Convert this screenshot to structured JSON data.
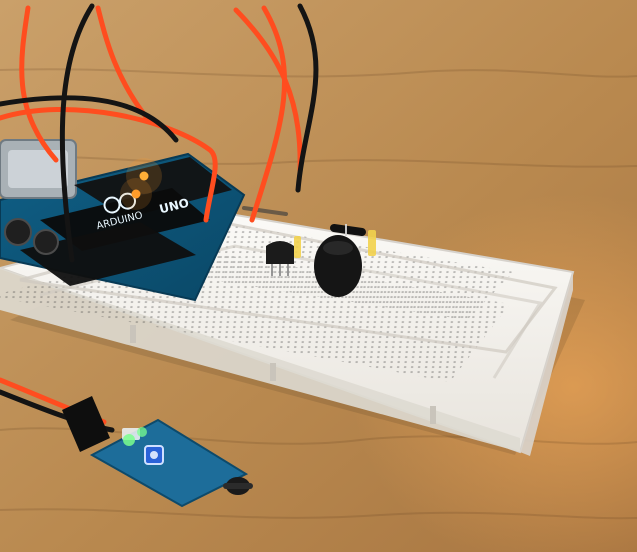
{
  "scene": {
    "kind": "photo",
    "board": {
      "brand_text": "ARDUINO",
      "model_text": "UNO",
      "accent_color": "#0f5f86"
    },
    "colors": {
      "table_light": "#c89b62",
      "table_mid": "#b68448",
      "table_dark": "#8d6132",
      "breadboard": "#f4f2ee",
      "wire_red": "#ff4d1f",
      "wire_black": "#141414",
      "buzzer": "#1a1a1a",
      "led_glow": "#ff9c2a",
      "sensor_board": "#1d6d9a",
      "sensor_led": "#7bff8d"
    }
  }
}
